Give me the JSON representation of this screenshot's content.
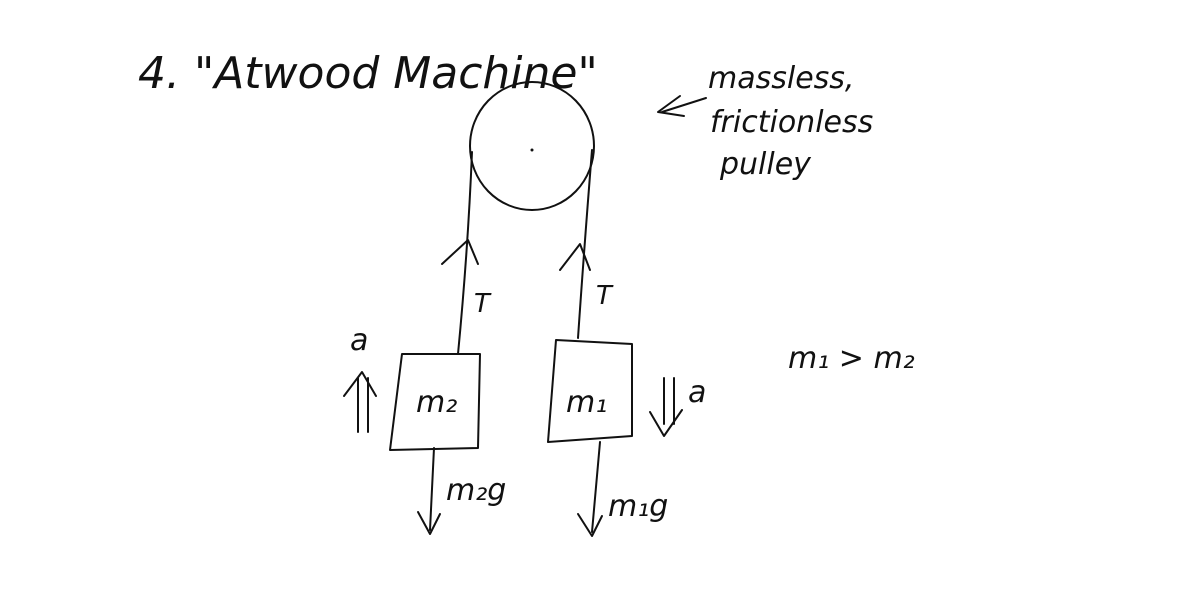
{
  "title": "4. \"Atwood Machine\"",
  "pulley_note": {
    "line1": "massless,",
    "line2": "frictionless",
    "line3": "pulley"
  },
  "labels": {
    "tension_left": "T",
    "tension_right": "T",
    "mass_left": "m₂",
    "mass_right": "m₁",
    "weight_left": "m₂g",
    "weight_right": "m₁g",
    "accel_left": "a",
    "accel_right": "a",
    "condition": "m₁ > m₂"
  }
}
